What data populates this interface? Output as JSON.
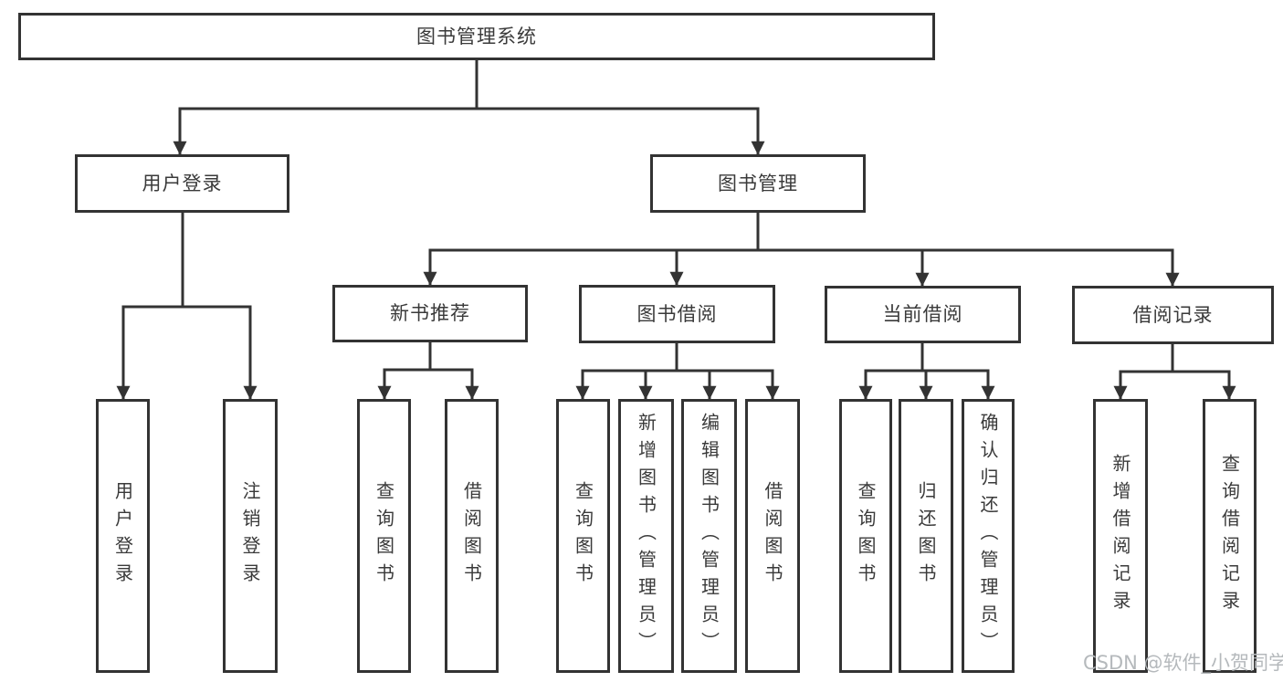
{
  "tree": {
    "label": "图书管理系统",
    "children": [
      {
        "label": "用户登录",
        "children": [
          {
            "label": "用户登录"
          },
          {
            "label": "注销登录"
          }
        ]
      },
      {
        "label": "图书管理",
        "children": [
          {
            "label": "新书推荐",
            "children": [
              {
                "label": "查询图书"
              },
              {
                "label": "借阅图书"
              }
            ]
          },
          {
            "label": "图书借阅",
            "children": [
              {
                "label": "查询图书"
              },
              {
                "label": "新增图书（管理员）"
              },
              {
                "label": "编辑图书（管理员）"
              },
              {
                "label": "借阅图书"
              }
            ]
          },
          {
            "label": "当前借阅",
            "children": [
              {
                "label": "查询图书"
              },
              {
                "label": "归还图书"
              },
              {
                "label": "确认归还（管理员）"
              }
            ]
          },
          {
            "label": "借阅记录",
            "children": [
              {
                "label": "新增借阅记录"
              },
              {
                "label": "查询借阅记录"
              }
            ]
          }
        ]
      }
    ]
  },
  "watermark": {
    "text": "CSDN @软件_小贺同学"
  },
  "colors": {
    "line": "#333333",
    "text": "#3a3a3a",
    "background": "#ffffff",
    "watermark": "#b5b9bc"
  }
}
